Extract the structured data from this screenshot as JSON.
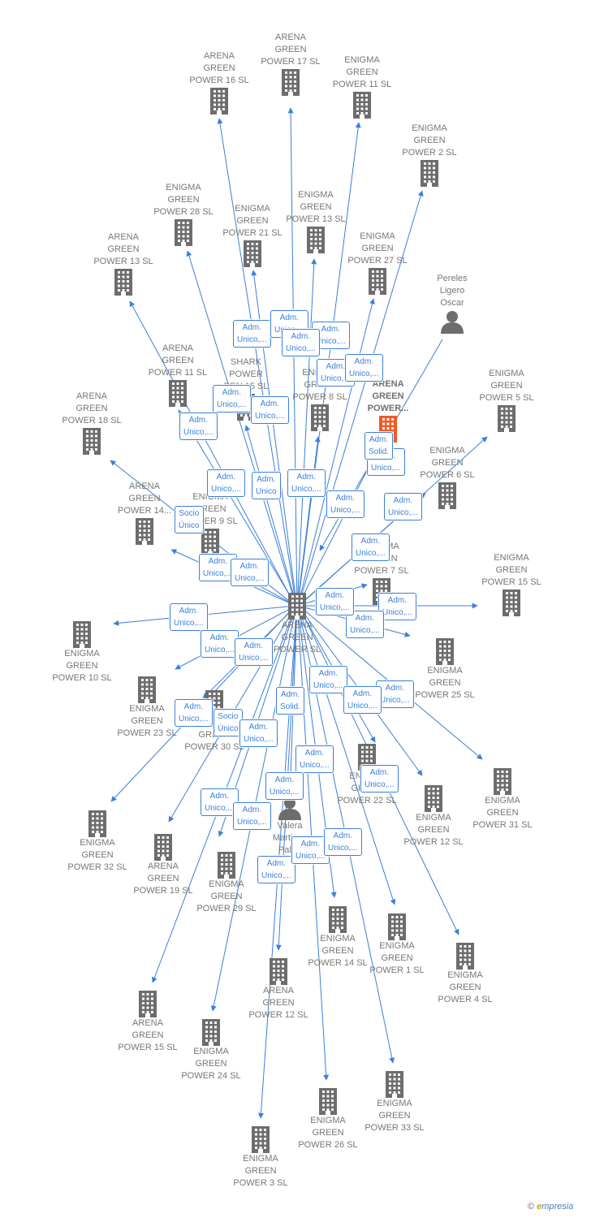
{
  "center": {
    "id": "C",
    "label": "ARENA\nGREEN\nPOWER  SL",
    "icon": "building-icon"
  },
  "nodes": [
    {
      "id": "n1",
      "label": "ARENA\nGREEN\nPOWER 17  SL",
      "icon": "building-icon"
    },
    {
      "id": "n2",
      "label": "ARENA\nGREEN\nPOWER 16  SL",
      "icon": "building-icon"
    },
    {
      "id": "n3",
      "label": "ENIGMA\nGREEN\nPOWER 11  SL",
      "icon": "building-icon"
    },
    {
      "id": "n4",
      "label": "ENIGMA\nGREEN\nPOWER 2  SL",
      "icon": "building-icon"
    },
    {
      "id": "n5",
      "label": "ENIGMA\nGREEN\nPOWER 28  SL",
      "icon": "building-icon"
    },
    {
      "id": "n6",
      "label": "ENIGMA\nGREEN\nPOWER 21  SL",
      "icon": "building-icon"
    },
    {
      "id": "n7",
      "label": "ENIGMA\nGREEN\nPOWER 13  SL",
      "icon": "building-icon"
    },
    {
      "id": "n8",
      "label": "ENIGMA\nGREEN\nPOWER 27  SL",
      "icon": "building-icon"
    },
    {
      "id": "n9",
      "label": "ARENA\nGREEN\nPOWER 13  SL",
      "icon": "building-icon"
    },
    {
      "id": "n10",
      "label": "Pereles\nLigero\nOscar",
      "icon": "person-icon"
    },
    {
      "id": "n11",
      "label": "ARENA\nGREEN\nPOWER 11  SL",
      "icon": "building-icon"
    },
    {
      "id": "n12",
      "label": "SHARK\nPOWER\nREN 15  SL",
      "icon": "building-icon"
    },
    {
      "id": "n13",
      "label": "ENIGMA\nGREEN\nPOWER 8  SL",
      "icon": "building-icon"
    },
    {
      "id": "n14",
      "label": "ARENA\nGREEN\nPOWER...",
      "icon": "building-icon",
      "highlight": true
    },
    {
      "id": "n15",
      "label": "ENIGMA\nGREEN\nPOWER 5  SL",
      "icon": "building-icon"
    },
    {
      "id": "n16",
      "label": "ARENA\nGREEN\nPOWER 18  SL",
      "icon": "building-icon"
    },
    {
      "id": "n17",
      "label": "ENIGMA\nGREEN\nPOWER 6  SL",
      "icon": "building-icon"
    },
    {
      "id": "n18",
      "label": "ARENA\nGREEN\nPOWER 14...",
      "icon": "building-icon"
    },
    {
      "id": "n19",
      "label": "ENIGMA\nGREEN\nPOWER 9  SL",
      "icon": "building-icon"
    },
    {
      "id": "n20",
      "label": "ENIGMA\nGREEN\nPOWER 7  SL",
      "icon": "building-icon"
    },
    {
      "id": "n21",
      "label": "ENIGMA\nGREEN\nPOWER 15  SL",
      "icon": "building-icon"
    },
    {
      "id": "n22",
      "label": "ENIGMA\nGREEN\nPOWER 10  SL",
      "icon": "building-icon"
    },
    {
      "id": "n23",
      "label": "ENIGMA\nGREEN\nPOWER 25  SL",
      "icon": "building-icon"
    },
    {
      "id": "n24",
      "label": "ENIGMA\nGREEN\nPOWER 23  SL",
      "icon": "building-icon"
    },
    {
      "id": "n25",
      "label": "ENIGMA\nGREEN\nPOWER 30  SL",
      "icon": "building-icon"
    },
    {
      "id": "n26",
      "label": "ENIGMA\nGREEN\nPOWER 31  SL",
      "icon": "building-icon"
    },
    {
      "id": "n27",
      "label": "ENIGMA\nGREEN\nPOWER 22  SL",
      "icon": "building-icon"
    },
    {
      "id": "n28",
      "label": "ENIGMA\nGREEN\nPOWER 12  SL",
      "icon": "building-icon"
    },
    {
      "id": "n29",
      "label": "Valera\nMartinez\nPablo",
      "icon": "person-icon"
    },
    {
      "id": "n30",
      "label": "ENIGMA\nGREEN\nPOWER 32  SL",
      "icon": "building-icon"
    },
    {
      "id": "n31",
      "label": "ARENA\nGREEN\nPOWER 19  SL",
      "icon": "building-icon"
    },
    {
      "id": "n32",
      "label": "ENIGMA\nGREEN\nPOWER 29  SL",
      "icon": "building-icon"
    },
    {
      "id": "n33",
      "label": "ENIGMA\nGREEN\nPOWER 14  SL",
      "icon": "building-icon"
    },
    {
      "id": "n34",
      "label": "ENIGMA\nGREEN\nPOWER 1  SL",
      "icon": "building-icon"
    },
    {
      "id": "n35",
      "label": "ENIGMA\nGREEN\nPOWER 4  SL",
      "icon": "building-icon"
    },
    {
      "id": "n36",
      "label": "ARENA\nGREEN\nPOWER 12  SL",
      "icon": "building-icon"
    },
    {
      "id": "n37",
      "label": "ARENA\nGREEN\nPOWER 15  SL",
      "icon": "building-icon"
    },
    {
      "id": "n38",
      "label": "ENIGMA\nGREEN\nPOWER 24  SL",
      "icon": "building-icon"
    },
    {
      "id": "n39",
      "label": "ENIGMA\nGREEN\nPOWER 26  SL",
      "icon": "building-icon"
    },
    {
      "id": "n40",
      "label": "ENIGMA\nGREEN\nPOWER 33  SL",
      "icon": "building-icon"
    },
    {
      "id": "n41",
      "label": "ENIGMA\nGREEN\nPOWER 3  SL",
      "icon": "building-icon"
    }
  ],
  "edges": [
    {
      "from": "C",
      "to": "n1"
    },
    {
      "from": "C",
      "to": "n2"
    },
    {
      "from": "C",
      "to": "n3"
    },
    {
      "from": "C",
      "to": "n4"
    },
    {
      "from": "C",
      "to": "n5"
    },
    {
      "from": "C",
      "to": "n6"
    },
    {
      "from": "C",
      "to": "n7"
    },
    {
      "from": "C",
      "to": "n8"
    },
    {
      "from": "C",
      "to": "n9"
    },
    {
      "from": "n10",
      "to": "C"
    },
    {
      "from": "C",
      "to": "n11"
    },
    {
      "from": "C",
      "to": "n12"
    },
    {
      "from": "C",
      "to": "n13"
    },
    {
      "from": "C",
      "to": "n14"
    },
    {
      "from": "C",
      "to": "n15"
    },
    {
      "from": "C",
      "to": "n16"
    },
    {
      "from": "C",
      "to": "n17"
    },
    {
      "from": "C",
      "to": "n18"
    },
    {
      "from": "C",
      "to": "n19"
    },
    {
      "from": "C",
      "to": "n20"
    },
    {
      "from": "C",
      "to": "n21"
    },
    {
      "from": "C",
      "to": "n22"
    },
    {
      "from": "C",
      "to": "n23"
    },
    {
      "from": "C",
      "to": "n24"
    },
    {
      "from": "C",
      "to": "n25"
    },
    {
      "from": "C",
      "to": "n26"
    },
    {
      "from": "C",
      "to": "n27"
    },
    {
      "from": "C",
      "to": "n28"
    },
    {
      "from": "C",
      "to": "n29"
    },
    {
      "from": "C",
      "to": "n30"
    },
    {
      "from": "C",
      "to": "n31"
    },
    {
      "from": "C",
      "to": "n32"
    },
    {
      "from": "C",
      "to": "n33"
    },
    {
      "from": "C",
      "to": "n34"
    },
    {
      "from": "C",
      "to": "n35"
    },
    {
      "from": "C",
      "to": "n36"
    },
    {
      "from": "C",
      "to": "n37"
    },
    {
      "from": "C",
      "to": "n38"
    },
    {
      "from": "C",
      "to": "n39"
    },
    {
      "from": "C",
      "to": "n40"
    },
    {
      "from": "C",
      "to": "n41"
    }
  ],
  "relations": [
    "Adm.\nUnico,...",
    "Adm.\nUnico,...",
    "Adm.\nUnico,...",
    "Adm.\nUnico,...",
    "Adm.\nUnico,...",
    "Adm.\nUnico,...",
    "Adm.\nUnico,...",
    "Adm.\nUnico,...",
    "Adm.\nUnico,...",
    "Adm.\nSolid.",
    "Adm.\nUnico,...",
    "Adm.\nUnico",
    "Adm.\nUnico,...",
    "Adm.\nUnico,...",
    "Adm.\nUnico,...",
    "Socio\nÚnico",
    "Adm.\nUnico,...",
    "Adm.\nUnico,...",
    "Adm.\nUnico,...",
    "Adm.\nUnico,...",
    "Adm.\nUnico,...",
    "Adm.\nUnico,...",
    "Adm.\nUnico,...",
    "Adm.\nUnico,...",
    "Adm.\nUnico,...",
    "Adm.\nUnico,...",
    "Adm.\nUnico,...",
    "Adm.\nSolid.",
    "Adm.\nUnico,...",
    "Socio\nÚnico",
    "Adm.\nUnico,...",
    "Adm.\nUnico,...",
    "Adm.\nUnico,...",
    "Adm.\nUnico,...",
    "Adm.\nUnico,...",
    "Adm.\nUnico,...",
    "Adm.\nUnico,...",
    "Adm.\nUnico,...",
    "Adm.\nUnico,...",
    "Adm.\nUnico,...",
    "Adm.\nUnico,..."
  ],
  "colors": {
    "edge": "#3b7fd9",
    "icon": "#6d6d6d",
    "highlight_icon": "#f05a28",
    "label": "#777777"
  },
  "brand": {
    "copyright": "©",
    "name_first": "e",
    "name_rest": "mpresia"
  }
}
